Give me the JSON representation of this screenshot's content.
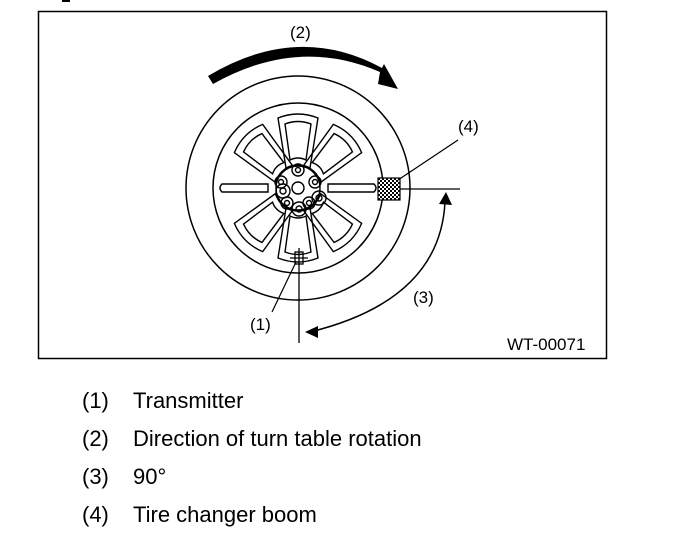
{
  "figure": {
    "callouts": {
      "c1": "(1)",
      "c2": "(2)",
      "c3": "(3)",
      "c4": "(4)"
    },
    "figure_code": "WT-00071"
  },
  "legend": [
    {
      "num": "(1)",
      "text": "Transmitter"
    },
    {
      "num": "(2)",
      "text": "Direction of turn table rotation"
    },
    {
      "num": "(3)",
      "text": "90°"
    },
    {
      "num": "(4)",
      "text": "Tire changer boom"
    }
  ]
}
